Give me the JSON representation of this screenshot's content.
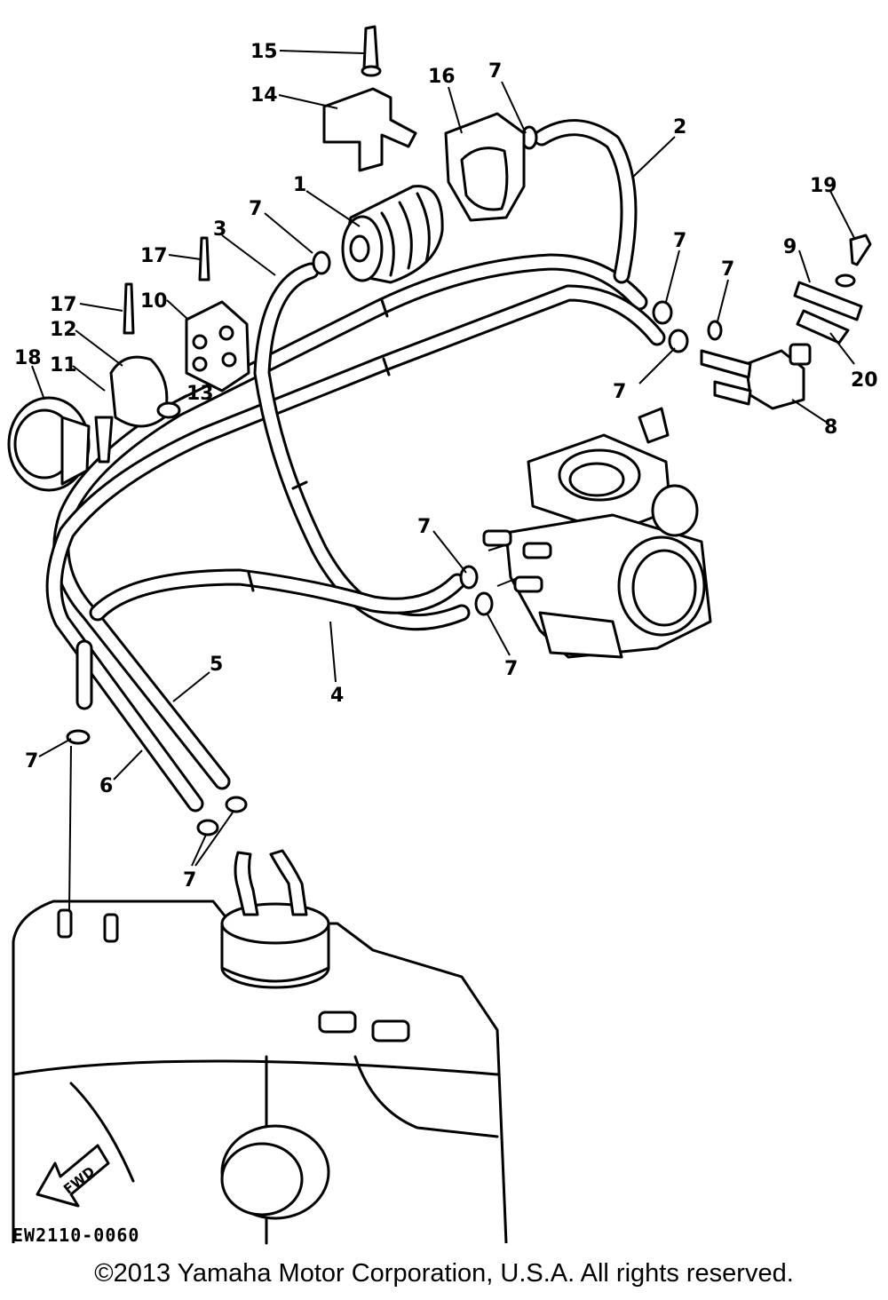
{
  "callouts": {
    "c1": "1",
    "c2": "2",
    "c3": "3",
    "c4": "4",
    "c5": "5",
    "c6": "6",
    "c7": "7",
    "c8": "8",
    "c9": "9",
    "c10": "10",
    "c11": "11",
    "c12": "12",
    "c13": "13",
    "c14": "14",
    "c15": "15",
    "c16": "16",
    "c17": "17",
    "c18": "18",
    "c19": "19",
    "c20": "20"
  },
  "fwd_label": "FWD",
  "diagram_code": "EW2110-0060",
  "copyright": "©2013 Yamaha Motor Corporation, U.S.A. All rights reserved."
}
